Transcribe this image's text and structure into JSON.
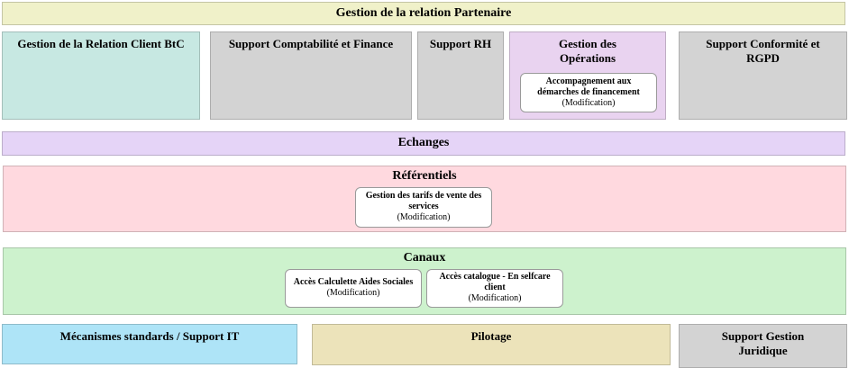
{
  "header": {
    "title": "Gestion de la relation Partenaire"
  },
  "colors": {
    "header_bg": "#f0f1c9",
    "teal": "#c7e8e2",
    "gray": "#d3d3d3",
    "purple_block": "#e9d3f0",
    "lavender": "#e5d4f7",
    "pink": "#ffd9df",
    "green": "#cdf2cd",
    "blue": "#aee4f7",
    "tan": "#ece3ba",
    "subbox_bg": "#ffffff"
  },
  "domains": {
    "grc_btc": {
      "label": "Gestion de la Relation Client BtC"
    },
    "compta_finance": {
      "label": "Support Comptabilité et Finance"
    },
    "rh": {
      "label": "Support RH"
    },
    "operations": {
      "label": "Gestion des Opérations",
      "item": {
        "name": "Accompagnement aux démarches de financement",
        "tag": "(Modification)"
      }
    },
    "conformite": {
      "label": "Support Conformité et RGPD"
    }
  },
  "echanges": {
    "label": "Echanges"
  },
  "referentiels": {
    "label": "Référentiels",
    "item": {
      "name": "Gestion des tarifs de vente des services",
      "tag": "(Modification)"
    }
  },
  "canaux": {
    "label": "Canaux",
    "items": [
      {
        "name": "Accès Calculette Aides Sociales",
        "tag": "(Modification)"
      },
      {
        "name": "Accès catalogue - En selfcare client",
        "tag": "(Modification)"
      }
    ]
  },
  "bottom": {
    "support_it": {
      "label": "Mécanismes standards / Support IT"
    },
    "pilotage": {
      "label": "Pilotage"
    },
    "juridique": {
      "label": "Support Gestion Juridique"
    }
  }
}
